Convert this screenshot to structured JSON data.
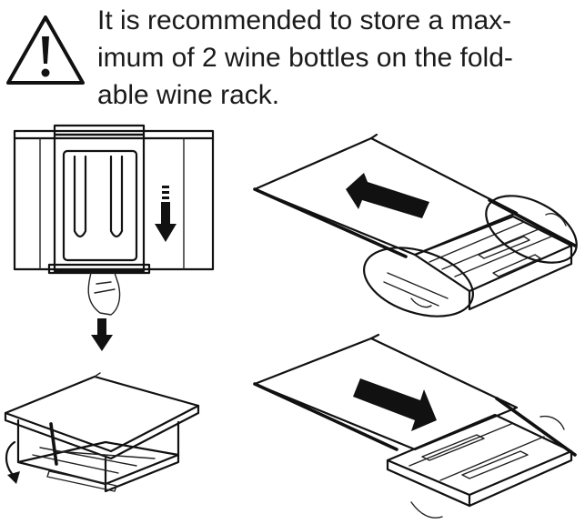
{
  "warning": {
    "icon": "warning-triangle-icon",
    "text_lines": [
      "It is recommended to store a max-",
      "imum of 2 wine bottles on the fold-",
      "able wine rack."
    ]
  },
  "figures": [
    {
      "icon": "drawer-front-illustration"
    },
    {
      "icon": "rack-pull-out-illustration"
    },
    {
      "icon": "rack-folded-illustration"
    },
    {
      "icon": "rack-push-in-illustration"
    }
  ],
  "colors": {
    "ink": "#111111",
    "paper": "#ffffff"
  }
}
